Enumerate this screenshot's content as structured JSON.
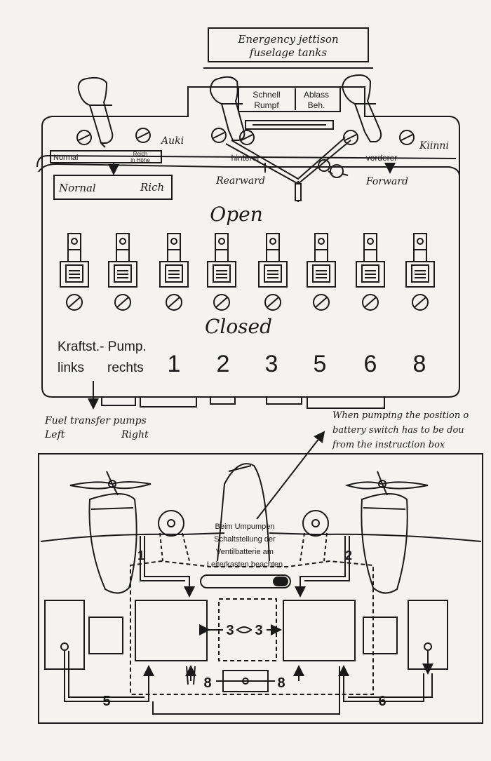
{
  "jettison_box": {
    "line1": "Energency jettison",
    "line2": "fuselage tanks"
  },
  "jettison_plate": {
    "col1_top": "Schnell",
    "col1_bot": "Rumpf",
    "col2_top": "Ablass",
    "col2_bot": "Beh."
  },
  "mixture_plate": {
    "left": "Normal",
    "right_top": "Reich",
    "right_bot": "in Höhe"
  },
  "mixture_box": {
    "left": "Nornal",
    "right": "Rich"
  },
  "labels": {
    "auki": "Auki",
    "kiinni": "Kiinni",
    "hinterer": "hinterer",
    "vorderer": "vorderer",
    "rearward": "Rearward",
    "forward": "Forward",
    "open": "Open",
    "closed": "Closed"
  },
  "pump_labels": {
    "line1": "Kraftst.- Pump.",
    "left": "links",
    "right": "rechts"
  },
  "tank_numbers": [
    "1",
    "2",
    "3",
    "5",
    "6",
    "8"
  ],
  "fuel_transfer": {
    "line1": "Fuel transfer pumps",
    "left": "Left",
    "right": "Right"
  },
  "pumping_note": {
    "line1": "When pumping the position o",
    "line2": "battery switch has to be dou",
    "line3": "from the instruction box"
  },
  "german_note": {
    "line1": "Beim Umpumpen",
    "line2": "Schaltstellung der",
    "line3": "Ventilbatterie am",
    "line4": "Leiterkasten beachten"
  },
  "diagram_numbers": {
    "n1": "1",
    "n2": "2",
    "n3a": "3",
    "n3b": "3",
    "n5": "5",
    "n6": "6",
    "n8a": "8",
    "n8b": "8"
  }
}
